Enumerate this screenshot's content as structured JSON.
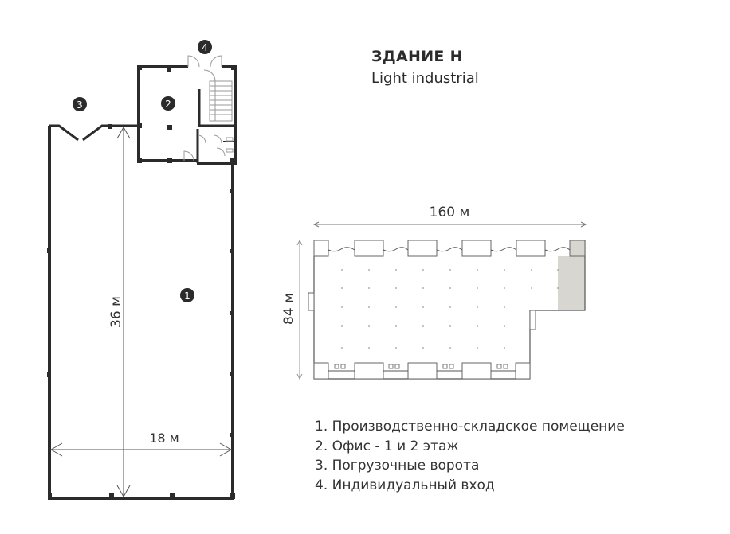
{
  "header": {
    "title": "ЗДАНИЕ Н",
    "subtitle": "Light industrial"
  },
  "floor_plan": {
    "markers": [
      {
        "id": "1",
        "label": "1"
      },
      {
        "id": "2",
        "label": "2"
      },
      {
        "id": "3",
        "label": "3"
      },
      {
        "id": "4",
        "label": "4"
      }
    ],
    "dimensions": {
      "length": "36 м",
      "width": "18 м"
    }
  },
  "site_plan": {
    "dimensions": {
      "length": "160 м",
      "width": "84 м"
    }
  },
  "legend": {
    "items": [
      "1. Производственно-складское помещение",
      "2. Офис - 1 и 2 этаж",
      "3. Погрузочные ворота",
      "4. Индивидуальный вход"
    ]
  },
  "colors": {
    "wall": "#2b2b2b",
    "highlight": "#d8d6d0",
    "marker": "#2b2b2b"
  }
}
